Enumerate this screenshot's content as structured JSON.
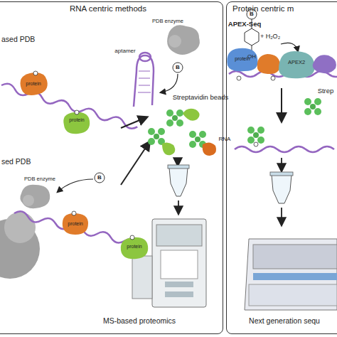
{
  "diagram": {
    "nodes": [
      {
        "text": [
          "RNA centric methods"
        ]
      },
      {
        "text": [
          "Protein centric m"
        ]
      }
    ],
    "labels": [
      "ased PDB",
      "PDB enzyme",
      "aptamer",
      "protein",
      "protein",
      "B",
      "Streptavidin beads",
      "sed PDB",
      "PDB enzyme",
      "B",
      "protein",
      "protein",
      "MS-based proteomics",
      "APEX-Seq",
      "B",
      "OH",
      "+ H₂O₂",
      "protein",
      "APEX2",
      "Strep",
      "RNA",
      "Next generation sequ"
    ]
  }
}
